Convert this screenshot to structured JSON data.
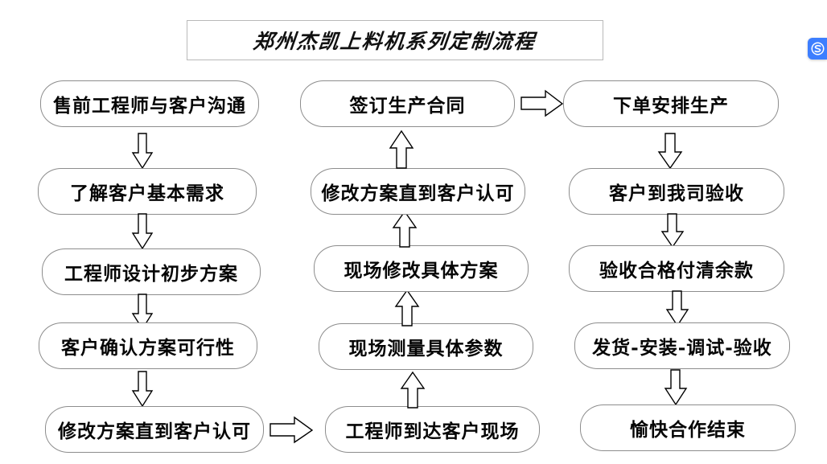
{
  "title": {
    "text": "郑州杰凯上料机系列定制流程"
  },
  "colors": {
    "box_border": "#8d8d8d",
    "title_border": "#b9b9b9",
    "text": "#050505",
    "background": "#ffffff",
    "badge_blue": "#3d7eff"
  },
  "flow": {
    "column1": {
      "direction": "down",
      "nodes": [
        {
          "label": "售前工程师与客户沟通"
        },
        {
          "label": "了解客户基本需求"
        },
        {
          "label": "工程师设计初步方案"
        },
        {
          "label": "客户确认方案可行性"
        },
        {
          "label": "修改方案直到客户认可"
        }
      ]
    },
    "column2": {
      "direction": "up",
      "nodes": [
        {
          "label": "签订生产合同"
        },
        {
          "label": "修改方案直到客户认可"
        },
        {
          "label": "现场修改具体方案"
        },
        {
          "label": "现场测量具体参数"
        },
        {
          "label": "工程师到达客户现场"
        }
      ]
    },
    "column3": {
      "direction": "down",
      "nodes": [
        {
          "label": "下单安排生产"
        },
        {
          "label": "客户到我司验收"
        },
        {
          "label": "验收合格付清余款"
        },
        {
          "label": "发货-安装-调试-验收"
        },
        {
          "label": "愉快合作结束"
        }
      ]
    },
    "connectors": {
      "col1_to_col2": "right-arrow",
      "col2_to_col3": "right-arrow"
    }
  },
  "badge": {
    "icon": "sogou-s-icon"
  }
}
